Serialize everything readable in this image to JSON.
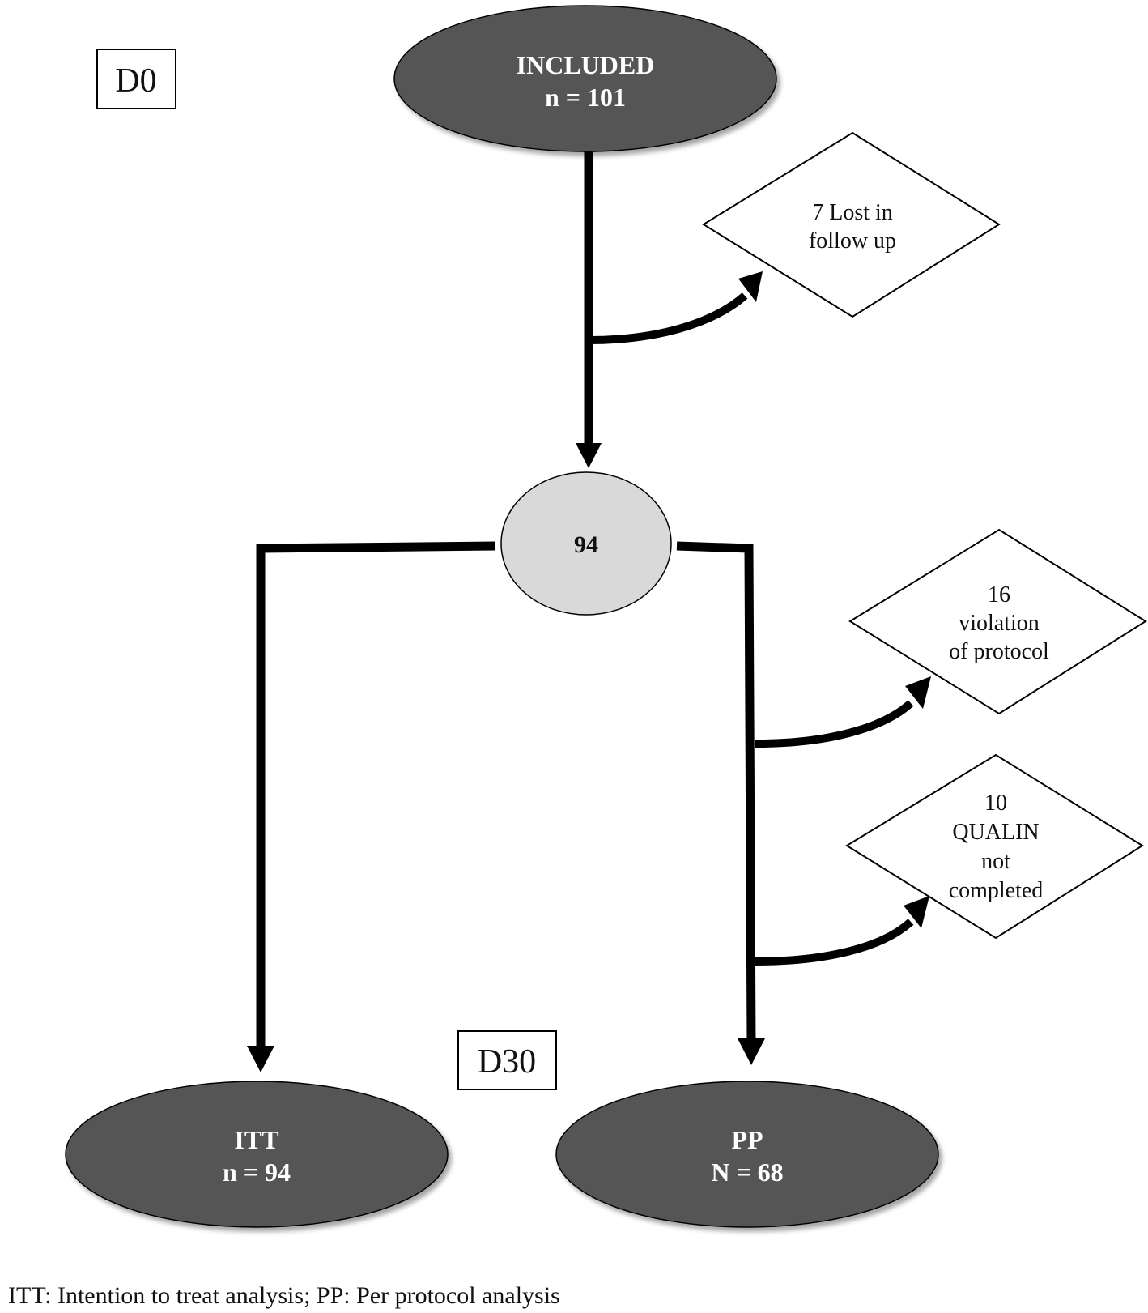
{
  "timepoints": {
    "start": "D0",
    "end": "D30"
  },
  "nodes": {
    "included": {
      "title": "INCLUDED",
      "count": "n = 101"
    },
    "middle": {
      "count": "94"
    },
    "itt": {
      "title": "ITT",
      "count": "n = 94"
    },
    "pp": {
      "title": "PP",
      "count": "N = 68"
    }
  },
  "exclusions": {
    "lost": {
      "line1": "7 Lost in",
      "line2": "follow up"
    },
    "violation": {
      "line1": "16",
      "line2": "violation",
      "line3": "of protocol"
    },
    "qualin": {
      "line1": "10",
      "line2": "QUALIN",
      "line3": "not",
      "line4": "completed"
    }
  },
  "footnote": "ITT: Intention to treat analysis; PP: Per protocol analysis",
  "colors": {
    "dark_node": "#555555",
    "middle_node": "#d9d9d9",
    "stroke": "#000000"
  }
}
